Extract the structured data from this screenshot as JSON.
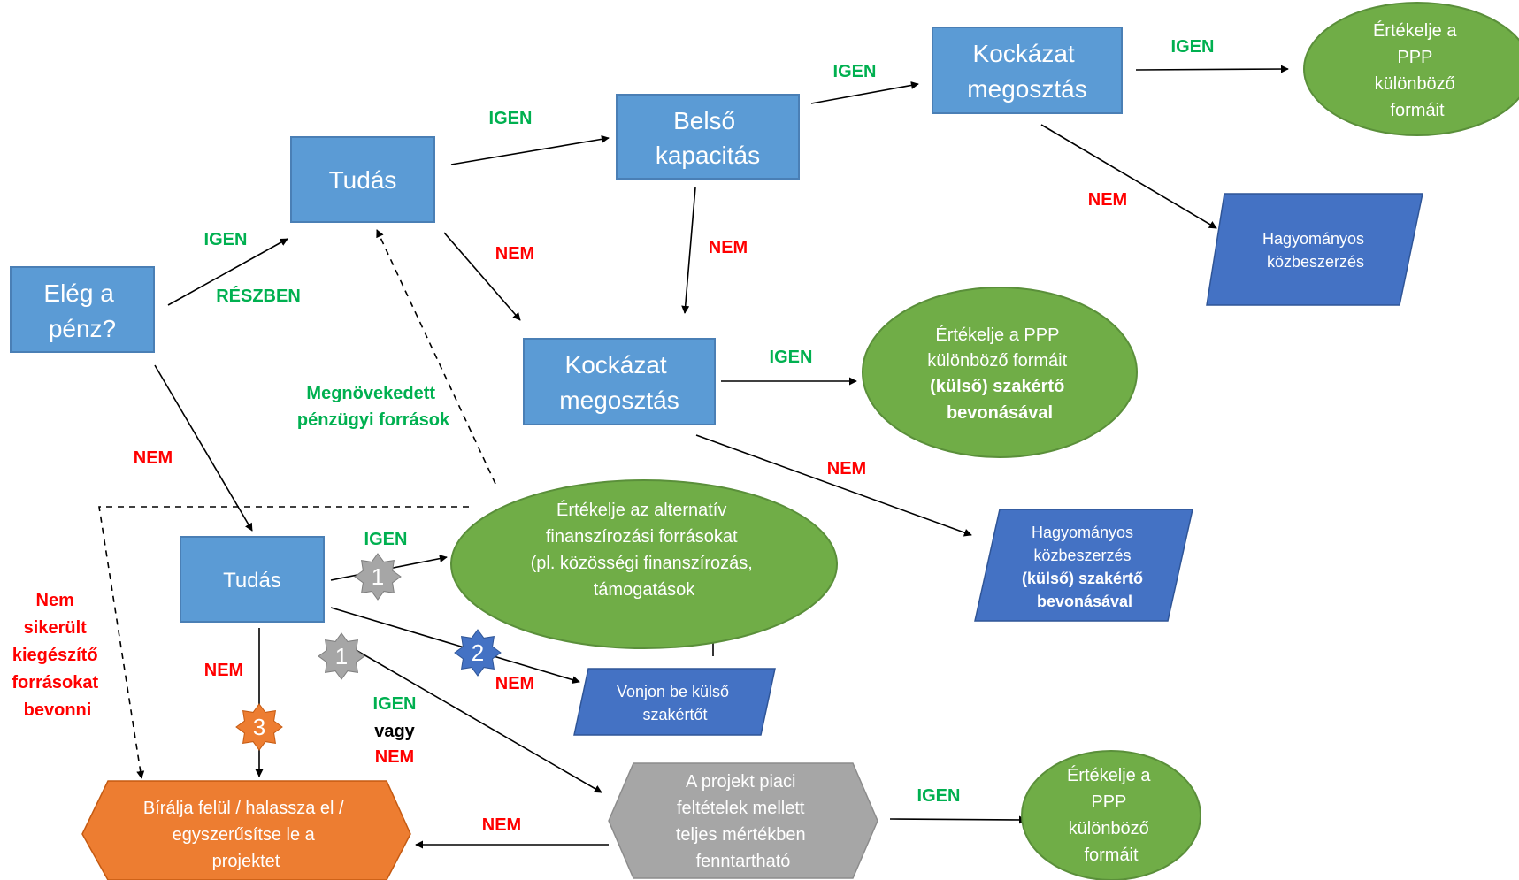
{
  "colors": {
    "box_blue": "#5b9bd5",
    "box_blue_border": "#4a7fb5",
    "para_blue": "#4472c4",
    "ellipse_green": "#70ad47",
    "hexagon_gray": "#a6a6a6",
    "hexagon_orange": "#ed7d31",
    "star_gray": "#a6a6a6",
    "star_blue": "#4472c4",
    "star_orange": "#ed7d31",
    "yes_green": "#00b050",
    "no_red": "#ff0000",
    "text_black": "#000000",
    "text_white": "#ffffff"
  },
  "nodes": {
    "eleg": [
      "Elég a",
      "pénz?"
    ],
    "tudas_top": [
      "Tudás"
    ],
    "belso": [
      "Belső",
      "kapacitás"
    ],
    "kock_top": [
      "Kockázat",
      "megosztás"
    ],
    "ppp_top": [
      "Értékelje a",
      "PPP",
      "különböző",
      "formáit"
    ],
    "hagy_top": [
      "Hagyományos",
      "közbeszerzés"
    ],
    "kock_mid": [
      "Kockázat",
      "megosztás"
    ],
    "ppp_mid": [
      "Értékelje a PPP",
      "különböző formáit",
      "(külső) szakértő",
      "bevonásával"
    ],
    "hagy_mid": [
      "Hagyományos",
      "közbeszerzés",
      "(külső) szakértő",
      "bevonásával"
    ],
    "tudas_low": [
      "Tudás"
    ],
    "alt": [
      "Értékelje az alternatív",
      "finanszírozási forrásokat",
      "(pl. közösségi finanszírozás,",
      "támogatások"
    ],
    "vonjon": [
      "Vonjon be külső",
      "szakértőt"
    ],
    "piaci": [
      "A projekt piaci",
      "feltételek mellett",
      "teljes mértékben",
      "fenntartható"
    ],
    "ppp_low": [
      "Értékelje a",
      "PPP",
      "különböző",
      "formáit"
    ],
    "birald": [
      "Bírálja felül / halassza el /",
      "egyszerűsítse le a",
      "projektet"
    ]
  },
  "badges": {
    "star1_top": "1",
    "star2": "2",
    "star1_bottom": "1",
    "star3": "3"
  },
  "labels": {
    "igen_eleg": "IGEN",
    "reszben": "RÉSZBEN",
    "igen_tudas_top": "IGEN",
    "nem_tudas_top": "NEM",
    "igen_belso": "IGEN",
    "nem_belso": "NEM",
    "igen_kock_top": "IGEN",
    "nem_kock_top": "NEM",
    "igen_kock_mid": "IGEN",
    "nem_kock_mid": "NEM",
    "nem_eleg": "NEM",
    "megnov": [
      "Megnövekedett",
      "pénzügyi források"
    ],
    "nem_sikerult": [
      "Nem",
      "sikerült",
      "kiegészítő",
      "forrásokat",
      "bevonni"
    ],
    "igen_tudas_low": "IGEN",
    "nem_tudas_low_right": "NEM",
    "nem_tudas_low_down": "NEM",
    "igen_vagy_nem": [
      "IGEN",
      "vagy",
      "NEM"
    ],
    "igen_piaci": "IGEN",
    "nem_piaci": "NEM"
  }
}
